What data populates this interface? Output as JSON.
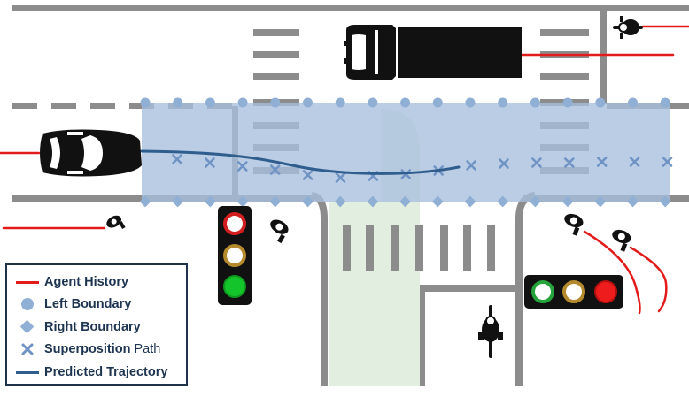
{
  "legend": {
    "items": [
      {
        "label": "Agent History",
        "symbol": "red-line",
        "color": "#e21b1b"
      },
      {
        "label": "Left Boundary",
        "symbol": "circle",
        "color": "#8fafd4"
      },
      {
        "label": "Right Boundary",
        "symbol": "diamond",
        "color": "#8fafd4"
      },
      {
        "label_bold": "Superposition",
        "label_light": " Path",
        "symbol": "x-mark",
        "color": "#6f93c4"
      },
      {
        "label": "Predicted Trajectory",
        "symbol": "blue-line",
        "color": "#2f5d8e"
      }
    ]
  },
  "colors": {
    "road_edge": "#8c8c8c",
    "corridor": "#a7bfdc",
    "crosswalk_shade": "#e2efe0",
    "history": "#e21b1b",
    "trajectory": "#2f5d8e",
    "boundary_marker": "#8fafd4",
    "superposition_marker": "#6f93c4"
  },
  "traffic_lights": [
    {
      "name": "vertical-traffic-light",
      "lamps": [
        "red",
        "yellow",
        "green"
      ],
      "active": "green"
    },
    {
      "name": "horizontal-traffic-light",
      "lamps": [
        "green",
        "yellow",
        "red"
      ],
      "active": "red"
    }
  ]
}
